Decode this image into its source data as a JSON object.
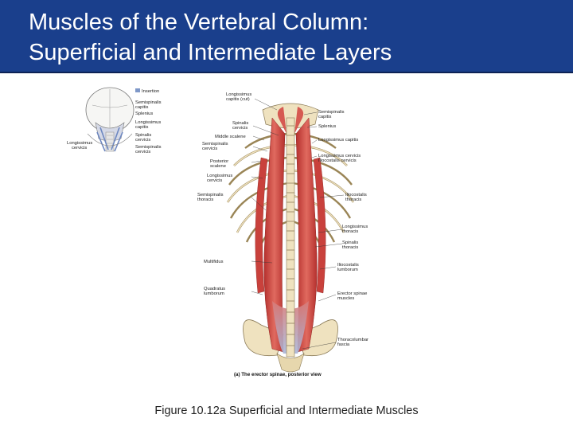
{
  "slide": {
    "title_line1": "Muscles of the Vertebral Column:",
    "title_line2": "Superficial and Intermediate Layers",
    "caption": "Figure 10.12a  Superficial and Intermediate Muscles"
  },
  "figure": {
    "inset": {
      "legend": "Insertion",
      "labels_right": [
        "Semispinalis",
        "capitis",
        "Splenius",
        "Longissimus",
        "capitis",
        "Spinalis",
        "cervicis",
        "Semispinalis",
        "cervicis"
      ],
      "labels_left": [
        "Longissimus",
        "cervicis"
      ]
    },
    "labels_left": [
      "Longissimus",
      "capitis (cut)",
      "Spinalis",
      "cervicis",
      "Middle scalene",
      "Semispinalis",
      "cervicis",
      "Posterior",
      "scalene",
      "Longissimus",
      "cervicis",
      "Semispinalis",
      "thoracis",
      "Multifidus",
      "Quadratus",
      "lumborum"
    ],
    "labels_right": [
      "Semispinalis",
      "capitis",
      "Splenius",
      "Longissimus capitis",
      "Longissimus cervicis",
      "Iliocostalis cervicis",
      "Iliocostalis",
      "thoracis",
      "Longissimus",
      "thoracis",
      "Spinalis",
      "thoracis",
      "Iliocostalis",
      "lumborum",
      "Erector spinae",
      "muscles",
      "Thoracolumbar",
      "fascia"
    ],
    "panel_caption": "(a) The erector spinae, posterior view"
  },
  "colors": {
    "title_bar": "#1a3f8c",
    "muscle": "#c9413c",
    "bone": "#efe2bf",
    "insertion": "#7f98c8",
    "fascia": "#aebad9"
  }
}
